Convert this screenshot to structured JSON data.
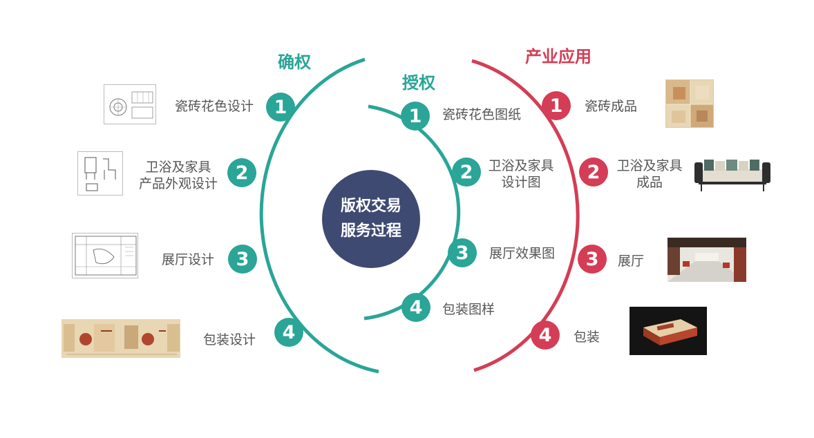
{
  "center": {
    "line1": "版权交易",
    "line2": "服务过程"
  },
  "colors": {
    "green": "#2aa597",
    "red": "#d43d55",
    "navy": "#3f4a73"
  },
  "columns": {
    "confirm": {
      "title": "确权",
      "items": [
        {
          "num": "1",
          "label": "瓷砖花色设计"
        },
        {
          "num": "2",
          "label_line1": "卫浴及家具",
          "label_line2": "产品外观设计"
        },
        {
          "num": "3",
          "label": "展厅设计"
        },
        {
          "num": "4",
          "label": "包装设计"
        }
      ]
    },
    "license": {
      "title": "授权",
      "items": [
        {
          "num": "1",
          "label": "瓷砖花色图纸"
        },
        {
          "num": "2",
          "label_line1": "卫浴及家具",
          "label_line2": "设计图"
        },
        {
          "num": "3",
          "label": "展厅效果图"
        },
        {
          "num": "4",
          "label": "包装图样"
        }
      ]
    },
    "industry": {
      "title": "产业应用",
      "items": [
        {
          "num": "1",
          "label": "瓷砖成品"
        },
        {
          "num": "2",
          "label_line1": "卫浴及家具",
          "label_line2": "成品"
        },
        {
          "num": "3",
          "label": "展厅"
        },
        {
          "num": "4",
          "label": "包装"
        }
      ]
    }
  }
}
